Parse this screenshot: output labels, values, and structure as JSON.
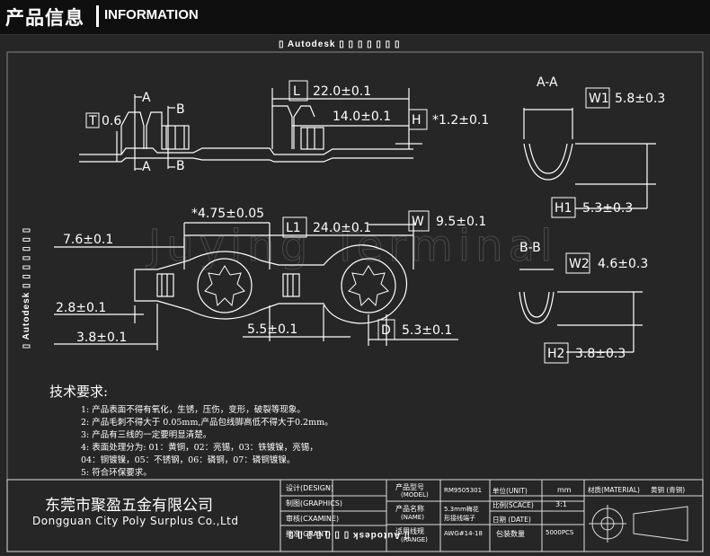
{
  "banner": {
    "logo_cn": "产品信息",
    "logo_en": "INFORMATION"
  },
  "watermark": {
    "autodesk": "Autodesk",
    "autodesk_top": "▯ Autodesk ▯ ▯ ▯ ▯ ▯ ▯ ▯",
    "autodesk_side": "▯ Autodesk ▯ ▯ ▯ ▯ ▯ ▯ ▯",
    "brand_ghost": "Juying Terminal"
  },
  "section_labels": {
    "aa": "A-A",
    "bb": "B-B",
    "a_mark": "A",
    "b_mark": "B"
  },
  "dims": {
    "L_total": {
      "code": "L",
      "value": "22.0±0.1"
    },
    "L_part": {
      "value": "14.0±0.1"
    },
    "H_top": {
      "code": "H",
      "value": "*1.2±0.1"
    },
    "T": {
      "code": "T",
      "value": "0.6"
    },
    "W1": {
      "code": "W1",
      "value": "5.8±0.3"
    },
    "H1": {
      "code": "H1",
      "value": "5.3±0.3"
    },
    "W2": {
      "code": "W2",
      "value": "4.6±0.3"
    },
    "H2": {
      "code": "H2",
      "value": "3.8±0.3"
    },
    "d475": {
      "value": "*4.75±0.05"
    },
    "L1": {
      "code": "L1",
      "value": "24.0±0.1"
    },
    "W": {
      "code": "W",
      "value": "9.5±0.1"
    },
    "d76": {
      "value": "7.6±0.1"
    },
    "d28": {
      "value": "2.8±0.1"
    },
    "d38": {
      "value": "3.8±0.1"
    },
    "d55": {
      "value": "5.5±0.1"
    },
    "D": {
      "code": "D",
      "value": "5.3±0.1"
    }
  },
  "notes": {
    "title": "技术要求:",
    "items": [
      "1: 产品表面不得有氧化，生锈，压伤，变形，破裂等现象。",
      "2: 产品毛刺不得大于 0.05mm,产品包线脚高低不得大于0.2mm。",
      "3: 产品有三线的一定要明显清楚。",
      "4: 表面处理分为: 01：黄铜，02：亮锡，03：铁镀镍，亮锡，",
      "   04：铜镀镍，05：不锈钢，06：磷铜，07：磷铜镀镍。",
      "5: 符合环保要求。"
    ]
  },
  "company": {
    "cn": "东莞市聚盈五金有限公司",
    "en": "Dongguan City Poly Surplus Co.,Ltd"
  },
  "titleblock": {
    "design": "设计(DESIGN)",
    "graphics": "制图(GRAPHICS)",
    "examine": "审核(CXAMINE)",
    "grant": "批准(GRANT)",
    "model_label": "产品型号",
    "model_sub": "(MODEL)",
    "model_value": "RM9505301",
    "name_label": "产品名称",
    "name_sub": "(NAME)",
    "name_value_1": "5.3mm梅花",
    "name_value_2": "形接线端子",
    "range_label": "适用线规",
    "range_sub": "(RANGE)",
    "range_value": "AWG#14-18",
    "unit_label": "单位(UNIT)",
    "unit_value": "mm",
    "scale_label": "比例(SCACE)",
    "scale_value": "3:1",
    "date_label": "日期 (DATE)",
    "pack_label": "包装数量",
    "pack_value": "5000PCS",
    "material_label": "材质(MATERIAL)",
    "material_value": "黄铜 (青铜)"
  }
}
